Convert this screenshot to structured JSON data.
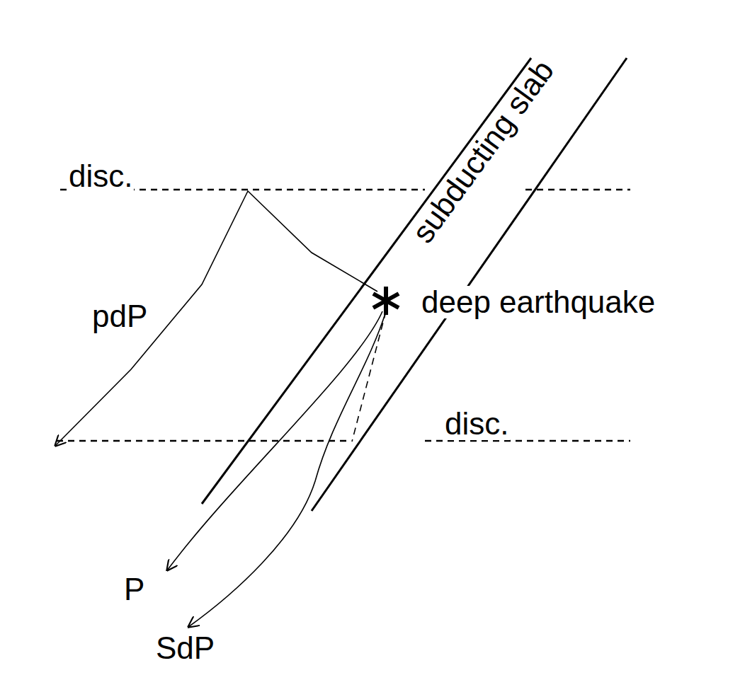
{
  "diagram": {
    "labels": [
      "disc.",
      "subducting slab",
      "deep earthquake",
      "pdP",
      "disc.",
      "P",
      "SdP"
    ]
  }
}
